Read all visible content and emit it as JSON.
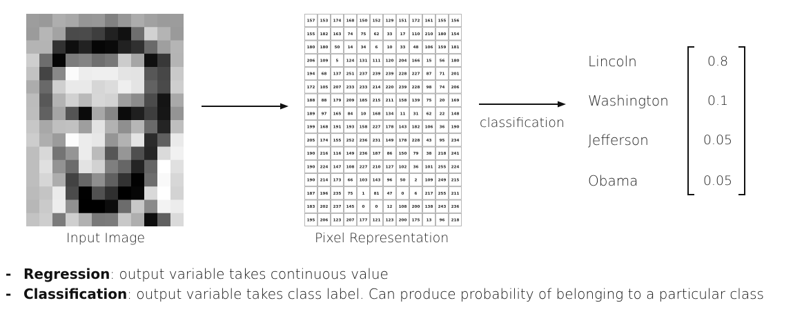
{
  "input_image": {
    "caption": "Input Image",
    "grid": [
      [
        157,
        153,
        174,
        168,
        150,
        152,
        129,
        151,
        172,
        161,
        155,
        156
      ],
      [
        155,
        182,
        163,
        74,
        75,
        62,
        33,
        17,
        110,
        210,
        180,
        154
      ],
      [
        180,
        180,
        50,
        14,
        34,
        6,
        10,
        33,
        48,
        106,
        159,
        181
      ],
      [
        206,
        109,
        5,
        124,
        131,
        111,
        120,
        204,
        166,
        15,
        56,
        180
      ],
      [
        194,
        68,
        137,
        251,
        237,
        239,
        239,
        228,
        227,
        87,
        71,
        201
      ],
      [
        172,
        105,
        207,
        233,
        233,
        214,
        220,
        239,
        228,
        98,
        74,
        206
      ],
      [
        188,
        88,
        179,
        209,
        185,
        215,
        211,
        158,
        139,
        75,
        20,
        169
      ],
      [
        189,
        97,
        165,
        84,
        10,
        168,
        134,
        11,
        31,
        62,
        22,
        148
      ],
      [
        199,
        168,
        191,
        193,
        158,
        227,
        178,
        143,
        182,
        106,
        36,
        190
      ],
      [
        205,
        174,
        155,
        252,
        236,
        231,
        149,
        178,
        228,
        43,
        95,
        234
      ],
      [
        190,
        216,
        116,
        149,
        236,
        187,
        86,
        150,
        79,
        38,
        218,
        241
      ],
      [
        190,
        224,
        147,
        108,
        227,
        210,
        127,
        102,
        36,
        101,
        255,
        224
      ],
      [
        190,
        214,
        173,
        66,
        103,
        143,
        96,
        50,
        2,
        109,
        249,
        215
      ],
      [
        187,
        196,
        235,
        75,
        1,
        81,
        47,
        0,
        6,
        217,
        255,
        211
      ],
      [
        183,
        202,
        237,
        145,
        0,
        0,
        12,
        108,
        200,
        138,
        243,
        236
      ],
      [
        195,
        206,
        123,
        207,
        177,
        121,
        123,
        200,
        175,
        13,
        96,
        218
      ]
    ]
  },
  "pixel_representation": {
    "caption": "Pixel Representation"
  },
  "classification": {
    "label": "classification",
    "classes": [
      {
        "name": "Lincoln",
        "value": "0.8"
      },
      {
        "name": "Washington",
        "value": "0.1"
      },
      {
        "name": "Jefferson",
        "value": "0.05"
      },
      {
        "name": "Obama",
        "value": "0.05"
      }
    ]
  },
  "bullets": [
    {
      "dash": "-",
      "term": "Regression",
      "text": ": output variable takes continuous value"
    },
    {
      "dash": "-",
      "term": "Classification",
      "text": ": output variable takes class label. Can produce probability of belonging to a particular class"
    }
  ],
  "colors": {
    "text": "#222222",
    "line": "#111111",
    "grid_border": "#888888"
  }
}
